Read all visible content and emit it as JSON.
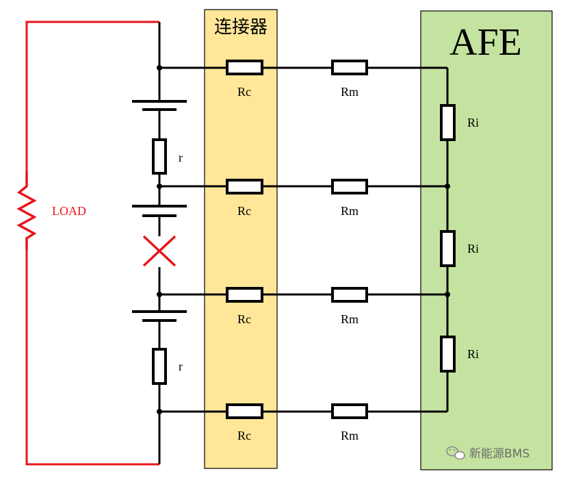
{
  "connector": {
    "title": "连接器",
    "fill": "#ffe699"
  },
  "afe": {
    "title": "AFE",
    "fill": "#c5e3a0"
  },
  "load": {
    "label": "LOAD",
    "color": "#e8141a"
  },
  "cell_resistor_label": "r",
  "rc_label": "Rc",
  "rm_label": "Rm",
  "ri_label": "Ri",
  "break_mark_color": "#e8141a",
  "watermark": {
    "text": "新能源BMS",
    "icon": "wechat-icon"
  }
}
